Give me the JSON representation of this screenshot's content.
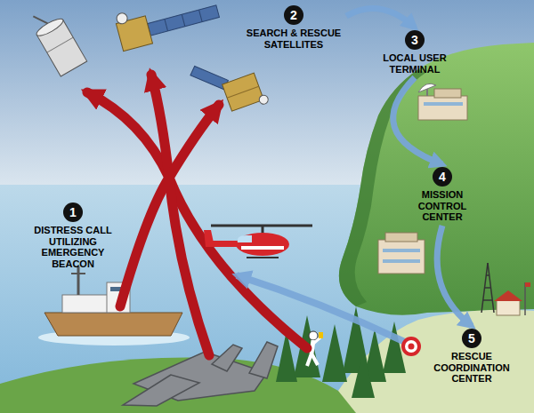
{
  "diagram": {
    "nodes": [
      {
        "text": [
          "1",
          "DISTRESS CALL UTILIZING EMERGENCY BEACON"
        ]
      },
      {
        "text": [
          "2",
          "SEARCH & RESCUE SATELLITES"
        ]
      },
      {
        "text": [
          "3",
          "LOCAL USER TERMINAL"
        ]
      },
      {
        "text": [
          "4",
          "MISSION CONTROL CENTER"
        ]
      },
      {
        "text": [
          "5",
          "RESCUE COORDINATION CENTER"
        ]
      }
    ],
    "edges": [
      {
        "from": 1,
        "to": 2,
        "arrow": "to"
      },
      {
        "from": 2,
        "to": 3,
        "arrow": "to"
      },
      {
        "from": 3,
        "to": 4,
        "arrow": "to"
      }
    ]
  }
}
